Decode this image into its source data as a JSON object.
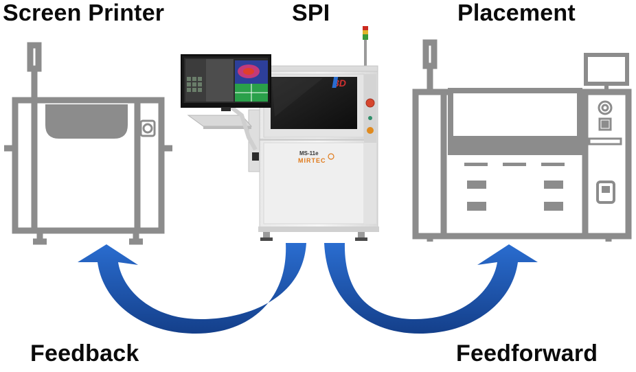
{
  "labels": {
    "screen_printer": "Screen Printer",
    "spi": "SPI",
    "placement": "Placement",
    "feedback": "Feedback",
    "feedforward": "Feedforward"
  },
  "spi_machine": {
    "model": "MS-11e",
    "brand": "MIRTEC",
    "badge": "3D"
  },
  "colors": {
    "machine_outline": "#8c8c8c",
    "arrow_blue": "#1f5cb8",
    "text": "#0a0a0a"
  }
}
